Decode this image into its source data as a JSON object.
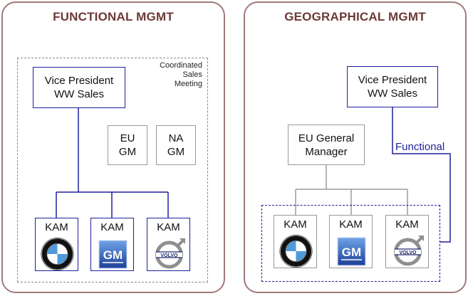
{
  "colors": {
    "panel_border": "#a07a7a",
    "title": "#6b3a36",
    "blue": "#1f1f9c",
    "gray_line": "#9a9a9a"
  },
  "left": {
    "title": "FUNCTIONAL MGMT",
    "note": [
      "Coordinated",
      "Sales",
      "Meeting"
    ],
    "vp": [
      "Vice President",
      "WW Sales"
    ],
    "eu_gm": [
      "EU",
      "GM"
    ],
    "na_gm": [
      "NA",
      "GM"
    ],
    "kams": [
      {
        "label": "KAM",
        "logo": "bmw-logo-icon"
      },
      {
        "label": "KAM",
        "logo": "gm-logo-icon"
      },
      {
        "label": "KAM",
        "logo": "volvo-logo-icon"
      }
    ]
  },
  "right": {
    "title": "GEOGRAPHICAL MGMT",
    "vp": [
      "Vice President",
      "WW Sales"
    ],
    "eu_manager": [
      "EU General",
      "Manager"
    ],
    "functional_label": "Functional",
    "kams": [
      {
        "label": "KAM",
        "logo": "bmw-logo-icon"
      },
      {
        "label": "KAM",
        "logo": "gm-logo-icon"
      },
      {
        "label": "KAM",
        "logo": "volvo-logo-icon"
      }
    ]
  },
  "logos": {
    "gm_text": "GM",
    "volvo_text": "VOLVO"
  }
}
